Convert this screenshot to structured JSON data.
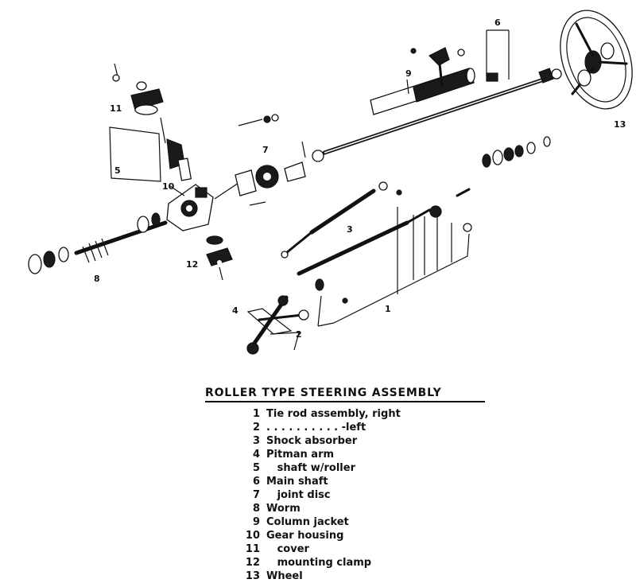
{
  "diagram": {
    "title": "ROLLER TYPE STEERING ASSEMBLY",
    "callouts": [
      "1",
      "2",
      "3",
      "4",
      "5",
      "6",
      "7",
      "8",
      "9",
      "10",
      "11",
      "12",
      "13"
    ],
    "legend": [
      {
        "num": "1",
        "text": "Tie rod assembly, right"
      },
      {
        "num": "2",
        "text": ". . . . . . . . . . -left"
      },
      {
        "num": "3",
        "text": "Shock absorber"
      },
      {
        "num": "4",
        "text": "Pitman arm"
      },
      {
        "num": "5",
        "text": "   shaft w/roller"
      },
      {
        "num": "6",
        "text": "Main shaft"
      },
      {
        "num": "7",
        "text": "   joint disc"
      },
      {
        "num": "8",
        "text": "Worm"
      },
      {
        "num": "9",
        "text": "Column jacket"
      },
      {
        "num": "10",
        "text": "Gear housing"
      },
      {
        "num": "11",
        "text": "   cover"
      },
      {
        "num": "12",
        "text": "   mounting clamp"
      },
      {
        "num": "13",
        "text": "Wheel"
      }
    ]
  }
}
